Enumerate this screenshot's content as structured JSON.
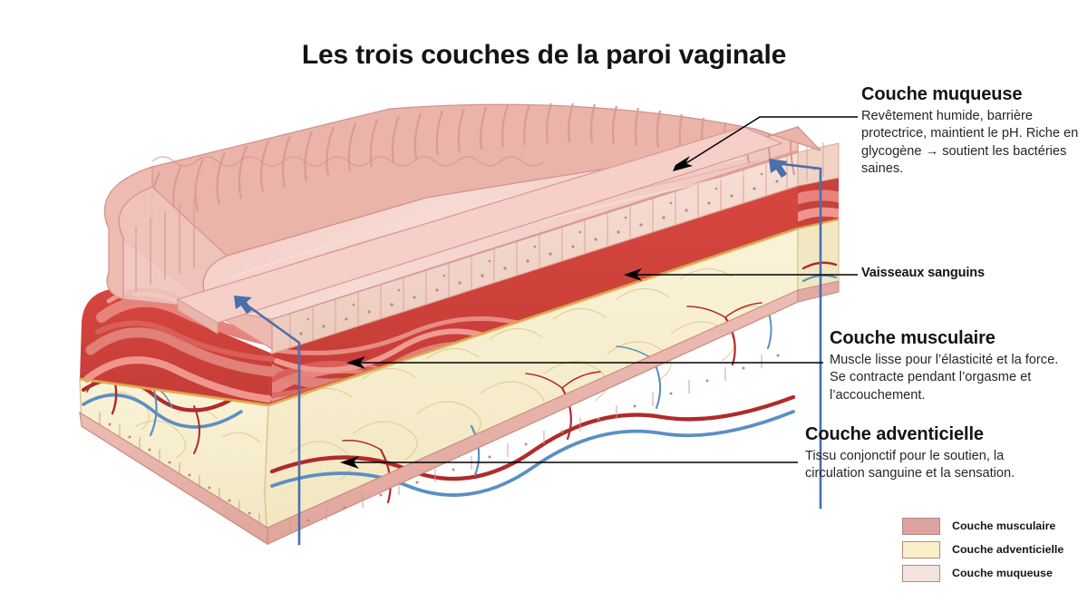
{
  "page": {
    "title": "Les trois couches de la paroi vaginale",
    "background_color": "#ffffff"
  },
  "annotations": {
    "mucosa": {
      "heading": "Couche muqueuse",
      "body": "Revêtement humide, barrière protectrice, maintient le pH. Riche en glycogène → soutient les bactéries saines."
    },
    "vessels": {
      "heading": "Vaisseaux sanguins"
    },
    "muscular": {
      "heading": "Couche musculaire",
      "body": "Muscle lisse pour l’élasticité et la force. Se contracte pendant l’orgasme et l’accouchement."
    },
    "adventitia": {
      "heading": "Couche adventicielle",
      "body": "Tissu conjonctif pour le soutien, la circulation sanguine et la sensation."
    }
  },
  "legend": {
    "items": [
      {
        "label": "Couche musculaire",
        "color": "#dda3a0"
      },
      {
        "label": "Couche adventicielle",
        "color": "#f9f0c9"
      },
      {
        "label": "Couche muqueuse",
        "color": "#f4e2de"
      }
    ]
  },
  "illustration": {
    "name": "vaginal-wall-cutaway-block",
    "colors": {
      "mucosa_surface": "#f0c3bd",
      "mucosa_rugae": "#e3a79f",
      "epithelium": "#f2d7cd",
      "muscle": "#d9534f",
      "muscle_light": "#e8827c",
      "adventitia": "#f7efcf",
      "artery": "#b02a2a",
      "vein": "#5b8fc2",
      "basal_band": "#e9b6ae",
      "leader_black": "#000000",
      "leader_blue": "#4a6fad"
    }
  }
}
